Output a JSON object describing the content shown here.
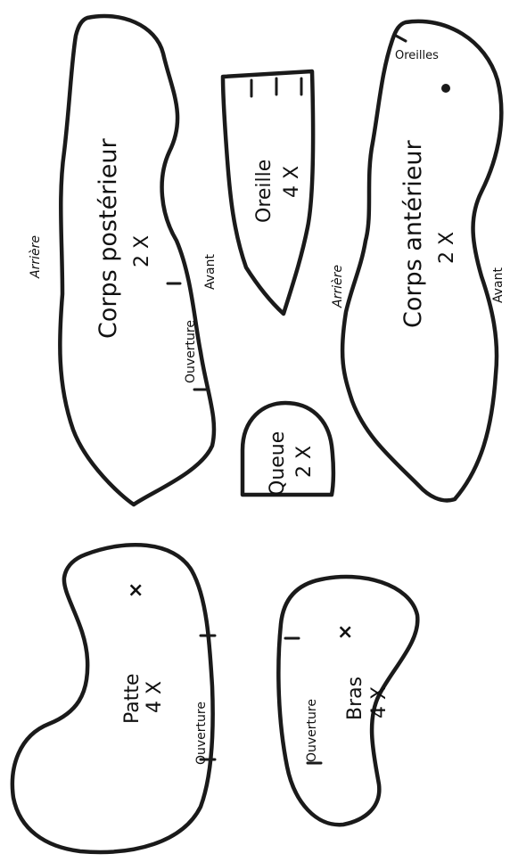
{
  "pieces": {
    "corps_posterieur": {
      "name": "Corps postérieur",
      "count": "2 X",
      "back": "Arrière",
      "front": "Avant",
      "opening": "Ouverture"
    },
    "oreille": {
      "name": "Oreille",
      "count": "4 X"
    },
    "corps_anterieur": {
      "name": "Corps antérieur",
      "count": "2 X",
      "back": "Arrière",
      "front": "Avant",
      "ears": "Oreilles"
    },
    "queue": {
      "name": "Queue",
      "count": "2 X"
    },
    "patte": {
      "name": "Patte",
      "count": "4 X",
      "opening": "Ouverture"
    },
    "bras": {
      "name": "Bras",
      "count": "4 X",
      "opening": "Ouverture"
    }
  },
  "colors": {
    "line": "#1a1a1a",
    "paper": "#ffffff"
  }
}
